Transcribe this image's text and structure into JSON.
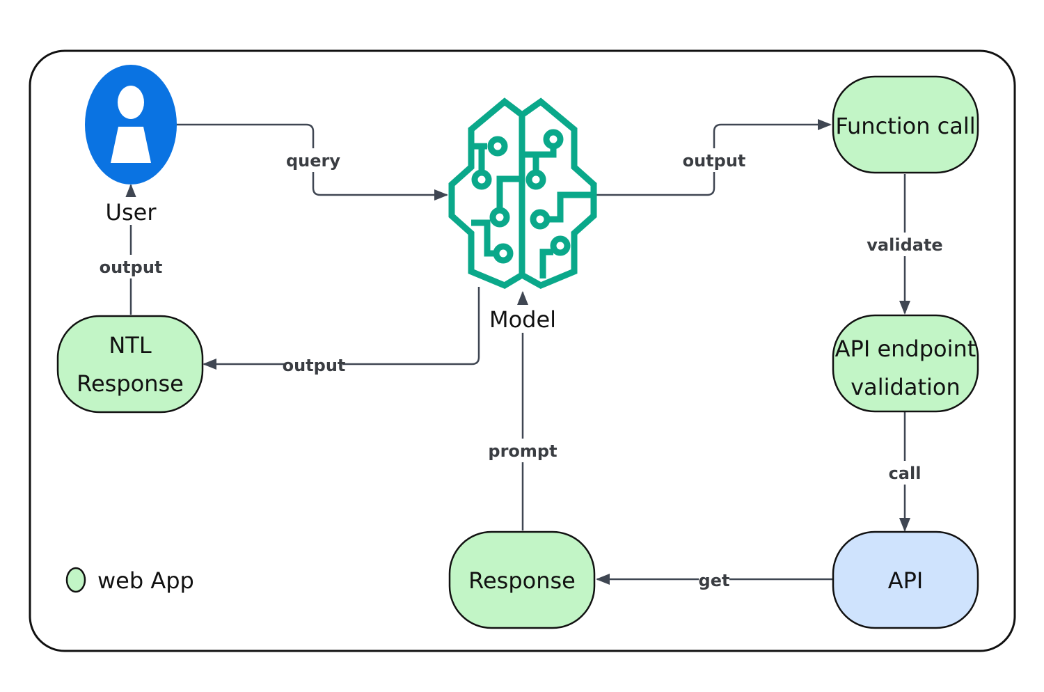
{
  "diagram": {
    "colors": {
      "web_app_fill": "#c2f5c6",
      "api_fill": "#cfe3fd",
      "user_fill": "#0a73e2",
      "model_icon": "#0aa88a",
      "edge": "#3f4652"
    },
    "nodes": {
      "user": {
        "label": "User",
        "icon": "user-icon"
      },
      "model": {
        "label": "Model",
        "icon": "brain-circuit-icon"
      },
      "function_call": {
        "label": "Function call"
      },
      "api_validation": {
        "label_line1": "API endpoint",
        "label_line2": "validation"
      },
      "api": {
        "label": "API"
      },
      "response": {
        "label": "Response"
      },
      "ntl_response": {
        "label_line1": "NTL",
        "label_line2": "Response"
      }
    },
    "edges": {
      "user_to_model": "query",
      "model_to_function": "output",
      "function_to_validation": "validate",
      "validation_to_api": "call",
      "api_to_response": "get",
      "response_to_model": "prompt",
      "model_to_ntl": "output",
      "ntl_to_user": "output"
    },
    "legend": {
      "label": "web App"
    }
  }
}
